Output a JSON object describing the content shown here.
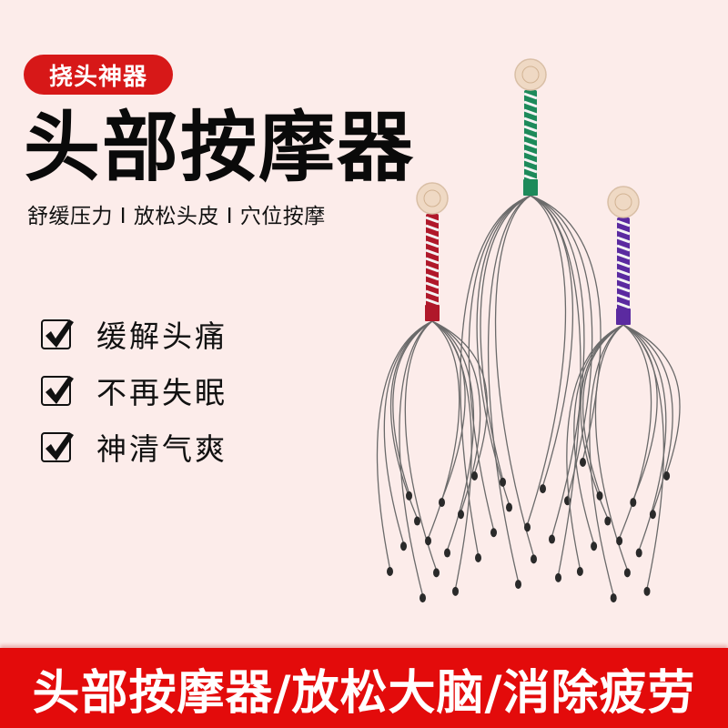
{
  "badge": {
    "label": "挠头神器",
    "color": "#d71818"
  },
  "title": "头部按摩器",
  "subtitle": "舒缓压力 I 放松头皮 I 穴位按摩",
  "features": [
    {
      "icon": "checkbox-checked-icon",
      "label": "缓解头痛"
    },
    {
      "icon": "checkbox-checked-icon",
      "label": "不再失眠"
    },
    {
      "icon": "checkbox-checked-icon",
      "label": "神清气爽"
    }
  ],
  "banner": {
    "text": "头部按摩器/放松大脑/消除疲劳",
    "color": "#e30b0b"
  },
  "products": [
    {
      "name": "red-head-massager",
      "handle_color": "#b0182a"
    },
    {
      "name": "green-head-massager",
      "handle_color": "#1d8a5a"
    },
    {
      "name": "purple-head-massager",
      "handle_color": "#5b2aa0"
    }
  ],
  "colors": {
    "background": "#fcecea",
    "text": "#0a0a0a",
    "wire": "#6a6a6a",
    "cap": "#efd9c4"
  }
}
